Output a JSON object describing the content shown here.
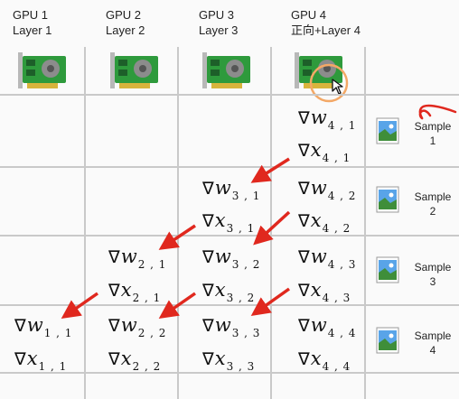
{
  "gpus": [
    {
      "name": "GPU 1",
      "task": "Layer 1"
    },
    {
      "name": "GPU 2",
      "task": "Layer 2"
    },
    {
      "name": "GPU 3",
      "task": "Layer 3"
    },
    {
      "name": "GPU 4",
      "task": "正向+Layer 4"
    }
  ],
  "gradient_cells": [
    {
      "symbol": "∇",
      "var": "w",
      "sub": "4 , 1"
    },
    {
      "symbol": "∇",
      "var": "x",
      "sub": "4 , 1"
    },
    {
      "symbol": "∇",
      "var": "w",
      "sub": "3 , 1"
    },
    {
      "symbol": "∇",
      "var": "x",
      "sub": "3 , 1"
    },
    {
      "symbol": "∇",
      "var": "w",
      "sub": "4 , 2"
    },
    {
      "symbol": "∇",
      "var": "x",
      "sub": "4 , 2"
    },
    {
      "symbol": "∇",
      "var": "w",
      "sub": "2 , 1"
    },
    {
      "symbol": "∇",
      "var": "x",
      "sub": "2 , 1"
    },
    {
      "symbol": "∇",
      "var": "w",
      "sub": "3 , 2"
    },
    {
      "symbol": "∇",
      "var": "x",
      "sub": "3 , 2"
    },
    {
      "symbol": "∇",
      "var": "w",
      "sub": "4 , 3"
    },
    {
      "symbol": "∇",
      "var": "x",
      "sub": "4 , 3"
    },
    {
      "symbol": "∇",
      "var": "w",
      "sub": "1 , 1"
    },
    {
      "symbol": "∇",
      "var": "x",
      "sub": "1 , 1"
    },
    {
      "symbol": "∇",
      "var": "w",
      "sub": "2 , 2"
    },
    {
      "symbol": "∇",
      "var": "x",
      "sub": "2 , 2"
    },
    {
      "symbol": "∇",
      "var": "w",
      "sub": "3 , 3"
    },
    {
      "symbol": "∇",
      "var": "x",
      "sub": "3 , 3"
    },
    {
      "symbol": "∇",
      "var": "w",
      "sub": "4 , 4"
    },
    {
      "symbol": "∇",
      "var": "x",
      "sub": "4 , 4"
    }
  ],
  "samples": [
    {
      "word": "Sample",
      "num": "1"
    },
    {
      "word": "Sample",
      "num": "2"
    },
    {
      "word": "Sample",
      "num": "3"
    },
    {
      "word": "Sample",
      "num": "4"
    }
  ],
  "colors": {
    "arrow": "#e0281e",
    "card_board": "#2e9a3c",
    "card_bracket": "#b8b8b8",
    "highlight_circle": "#f3a866"
  },
  "icons": [
    "gpu-card-icon",
    "image-file-icon",
    "mouse-cursor-icon"
  ]
}
